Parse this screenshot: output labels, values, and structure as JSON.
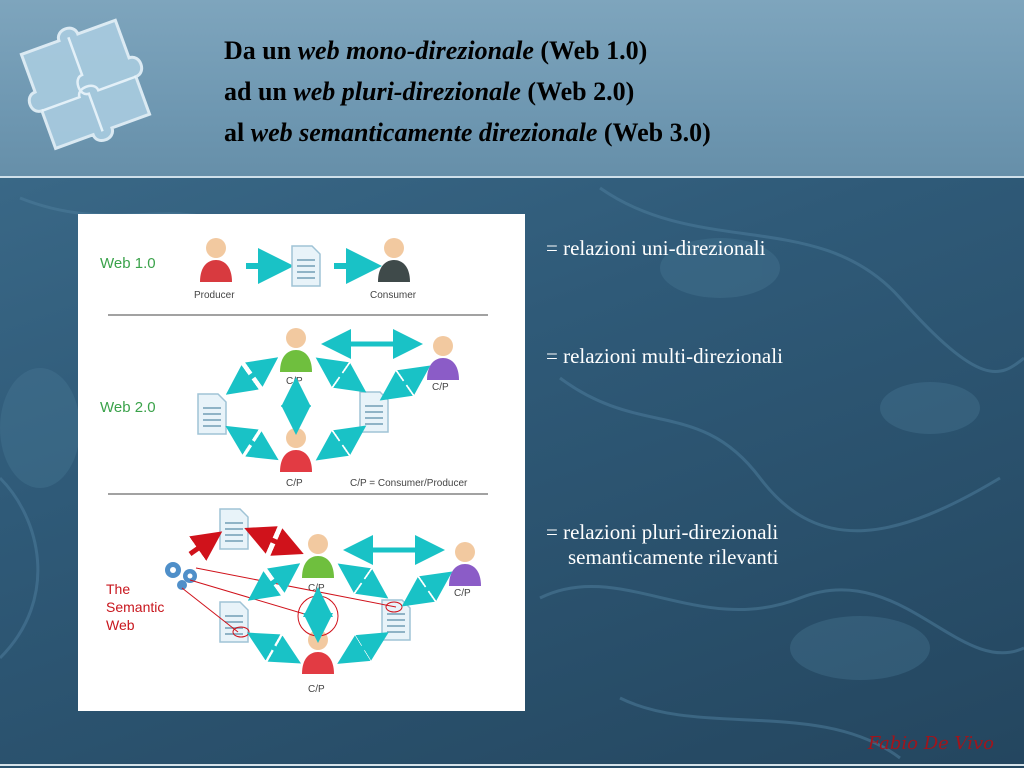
{
  "title": {
    "line1_prefix": "Da un ",
    "line1_italic": "web mono-direzionale",
    "line1_suffix": " (Web 1.0)",
    "line2_prefix": "ad un ",
    "line2_italic": "web pluri-direzionale",
    "line2_suffix": " (Web 2.0)",
    "line3_prefix": "al ",
    "line3_italic": "web semanticamente direzionale",
    "line3_suffix": " (Web 3.0)"
  },
  "figure": {
    "web1_label": "Web 1.0",
    "producer_label": "Producer",
    "consumer_label": "Consumer",
    "web2_label": "Web 2.0",
    "cp_label": "C/P",
    "cp_legend": "C/P = Consumer/Producer",
    "semantic_label_1": "The",
    "semantic_label_2": "Semantic",
    "semantic_label_3": "Web"
  },
  "notes": {
    "web1": "= relazioni uni-direzionali",
    "web2": "= relazioni multi-direzionali",
    "web3_line1": "= relazioni pluri-direzionali",
    "web3_line2": "semanticamente rilevanti"
  },
  "signature": "Fabio De Vivo",
  "colors": {
    "green_label": "#3aa24a",
    "red_label": "#c8161d",
    "arrow_teal": "#19c2c6",
    "arrow_red": "#d0121b"
  }
}
